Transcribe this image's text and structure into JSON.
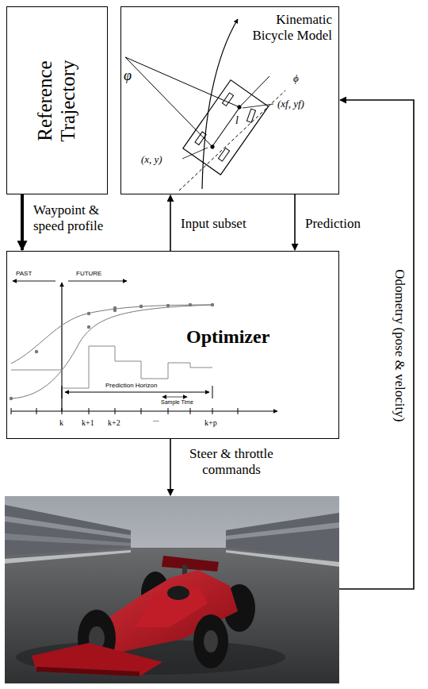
{
  "diagram": {
    "nodes": [
      {
        "text": [
          "Reference Trajectory"
        ]
      },
      {
        "text": [
          "Kinematic Bicycle Model"
        ]
      },
      {
        "text": [
          "Optimizer"
        ]
      }
    ],
    "edges": [
      {
        "from": 0,
        "to": 2,
        "arrow": "to",
        "label": "Waypoint & speed profile"
      },
      {
        "from": 2,
        "to": 1,
        "arrow": "to",
        "label": "Input subset"
      },
      {
        "from": 1,
        "to": 2,
        "arrow": "to",
        "label": "Prediction"
      }
    ],
    "labels": [
      "φ",
      "ϕ",
      "(xf, yf)",
      "l",
      "(x, y)",
      "PAST",
      "FUTURE",
      "Prediction Horizon",
      "Sample Time",
      "k",
      "k+1",
      "k+2",
      "...",
      "k+p",
      "Steer & throttle commands",
      "Odometry (pose & velocity)"
    ]
  }
}
